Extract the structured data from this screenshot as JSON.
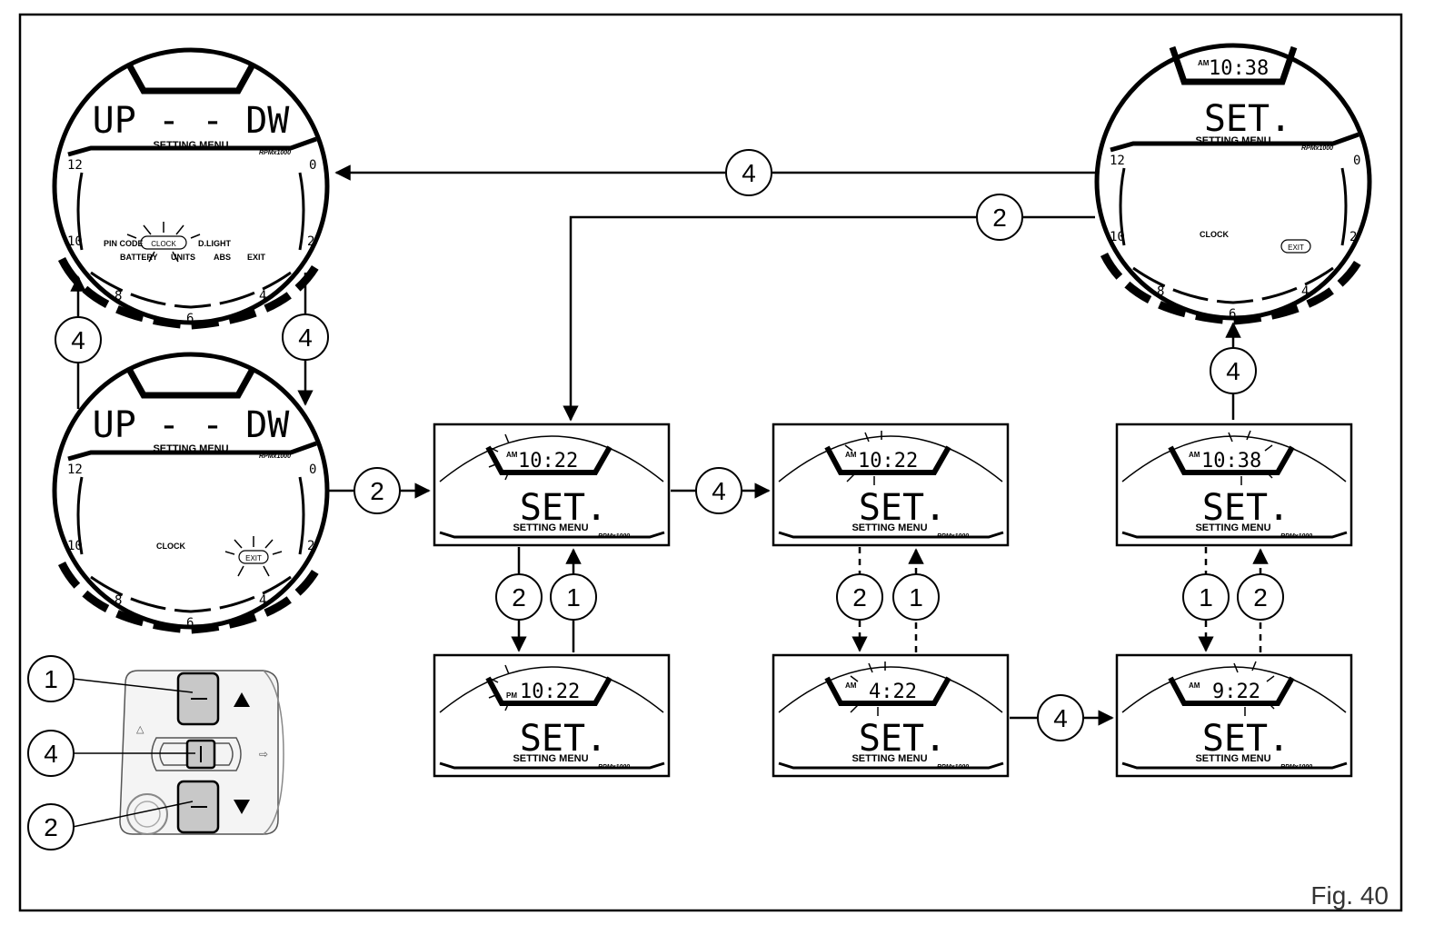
{
  "figure_label": "Fig. 40",
  "step_numbers": {
    "one": "1",
    "two": "2",
    "four": "4"
  },
  "dial_numbers": {
    "n0": "0",
    "n2": "2",
    "n4": "4",
    "n6": "6",
    "n8": "8",
    "n10": "10",
    "n12": "12"
  },
  "display_texts": {
    "updw": "UP - - DW",
    "set": "SET.",
    "setting_menu": "SETTING MENU",
    "rpm": "RPMx1000",
    "am": "AM",
    "pm": "PM",
    "clock": "CLOCK",
    "exit": "EXIT",
    "pin_code": "PIN CODE",
    "dlight": "D.LIGHT",
    "battery": "BATTERY",
    "units": "UNITS",
    "abs": "ABS"
  },
  "clock_values": {
    "t_1022": "10:22",
    "t_1038": "10:38",
    "t_422": "4:22",
    "t_922": "9:22"
  }
}
